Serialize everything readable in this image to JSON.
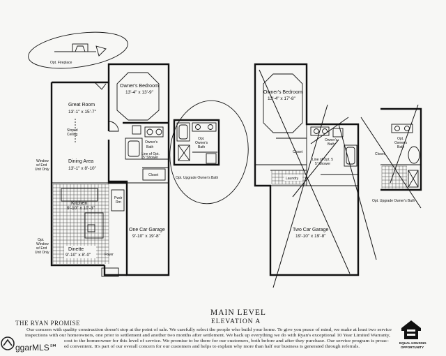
{
  "left_plan": {
    "fireplace_label": "Opt. Fireplace",
    "great_room": {
      "name": "Great Room",
      "dim": "13'-1\" x 15'-7\""
    },
    "sloped_ceiling": [
      "Sloped",
      "Ceiling"
    ],
    "dining": {
      "name": "Dining Area",
      "dim": "13'-1\" x 8'-10\""
    },
    "window_note_1": [
      "Window",
      "w/ End",
      "Unit Only"
    ],
    "kitchen": {
      "name": "Kitchen",
      "dim": "9'-10\" x 10'-3\""
    },
    "dinette": {
      "name": "Dinette",
      "dim": "9'-10\" x 8'-0\""
    },
    "window_note_2": [
      "Opt.",
      "Window",
      "w/ End",
      "Unit Only"
    ],
    "owners_bedroom": {
      "name": "Owner's Bedroom",
      "dim": "13'-4\" x 13'-9\""
    },
    "owners_bath": [
      "Owner's",
      "Bath"
    ],
    "shower_note": [
      "Line of Opt.",
      "5' Shower"
    ],
    "closet": "Closet",
    "pwdr": [
      "Pwdr",
      "Rm"
    ],
    "foyer": "Foyer",
    "garage": {
      "name": "One Car Garage",
      "dim": "9'-10\" x 19'-8\""
    }
  },
  "bath_option": {
    "opt_label": [
      "Opt.",
      "Owner's",
      "Bath"
    ],
    "caption": "Opt. Upgrade Owner's Bath"
  },
  "right_plan": {
    "owners_bedroom": {
      "name": "Owner's Bedroom",
      "dim": "13'-4\" x 17'-8\""
    },
    "owners_bath": [
      "Owner's",
      "Bath"
    ],
    "shower_note": [
      "Line of Opt. 5",
      "5' Shower"
    ],
    "closet": "Closet",
    "laundry": "Laundry",
    "garage": {
      "name": "Two Car Garage",
      "dim": "19'-10\" x 19'-8\""
    }
  },
  "far_right": {
    "opt_label": [
      "Opt.",
      "Owner's",
      "Bath"
    ],
    "closet": "Closet",
    "caption": "Opt. Upgrade Owner's Bath"
  },
  "title": {
    "main": "MAIN LEVEL",
    "sub": "ELEVATION A"
  },
  "promise": {
    "heading": "THE RYAN PROMISE",
    "lines": [
      "Our concern with quality construction doesn't stop at the point of sale. We carefully select the people who build your home. To give you peace of mind, we make at least two service",
      "inspections with our homeowners, one prior to settlement and another two months after settlement. We back up everything we do with Ryan's exceptional 10 Year Limited Warranty,",
      "cost to the homeowner for this level of service. We promise to be there for our customers, both before and after they purchase. Our service program is proac-",
      "ed convenient. It's part of our overall concern for our customers and helps to explain why more than half our business is generated through referrals."
    ]
  },
  "watermark": "ggarMLS℠",
  "eho": [
    "EQUAL HOUSING",
    "OPPORTUNITY"
  ]
}
